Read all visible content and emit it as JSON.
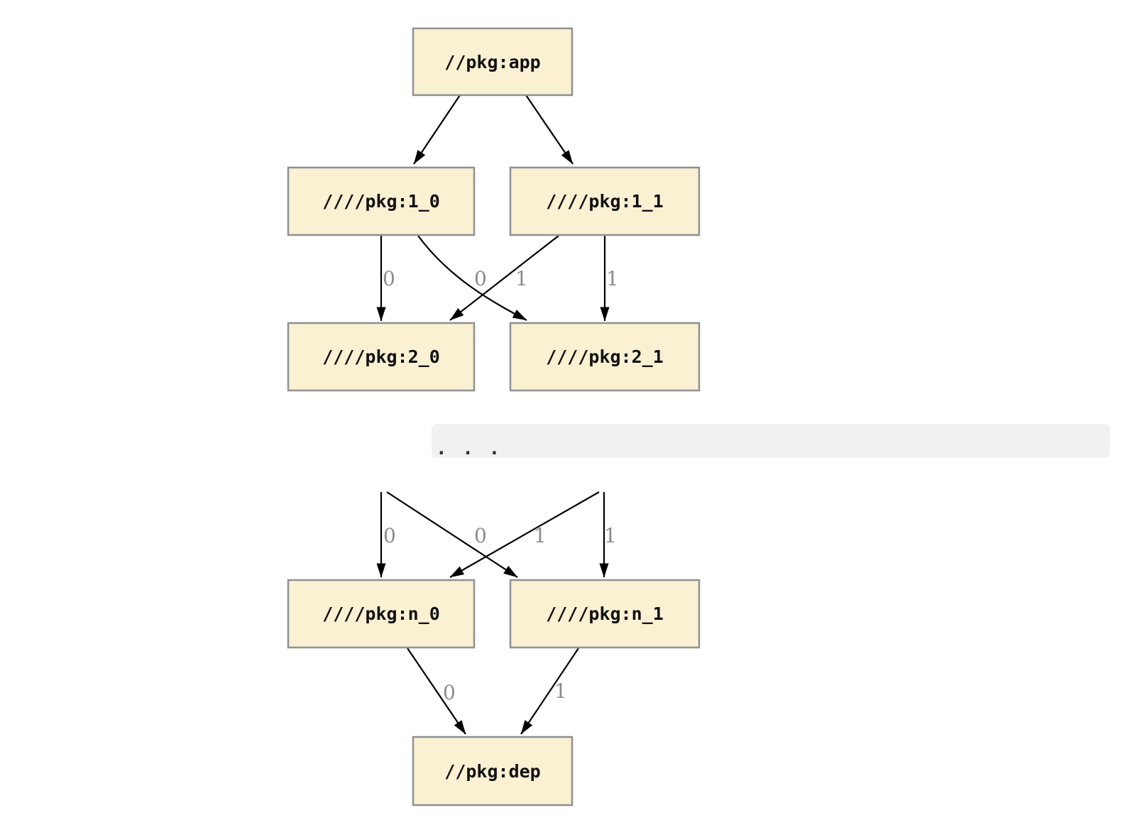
{
  "diagram": {
    "kind": "dependency-graph",
    "colors": {
      "background": "#ffffff",
      "node_fill": "#faf0d2",
      "node_border": "#8d9192",
      "node_text": "#111111",
      "edge": "#000000",
      "edge_label": "#8b8b8b",
      "ellipsis_band": "#f1f1f1",
      "ellipsis_dots": "#333333"
    },
    "nodes": {
      "app": {
        "label": "//pkg:app"
      },
      "v1_0": {
        "label": "////pkg:1_0"
      },
      "v1_1": {
        "label": "////pkg:1_1"
      },
      "v2_0": {
        "label": "////pkg:2_0"
      },
      "v2_1": {
        "label": "////pkg:2_1"
      },
      "vn_0": {
        "label": "////pkg:n_0"
      },
      "vn_1": {
        "label": "////pkg:n_1"
      },
      "dep": {
        "label": "//pkg:dep"
      }
    },
    "ellipsis": {
      "text": ". . ."
    },
    "level2_labels": [
      "0",
      "0",
      "1",
      "1"
    ],
    "leveln_labels": [
      "0",
      "0",
      "1",
      "1"
    ],
    "dep_labels": [
      "0",
      "1"
    ],
    "edges": [
      {
        "from": "//pkg:app",
        "to": "////pkg:1_0",
        "label": ""
      },
      {
        "from": "//pkg:app",
        "to": "////pkg:1_1",
        "label": ""
      },
      {
        "from": "////pkg:1_0",
        "to": "////pkg:2_0",
        "label": "0"
      },
      {
        "from": "////pkg:1_1",
        "to": "////pkg:2_0",
        "label": "0"
      },
      {
        "from": "////pkg:1_0",
        "to": "////pkg:2_1",
        "label": "1"
      },
      {
        "from": "////pkg:1_1",
        "to": "////pkg:2_1",
        "label": "1"
      },
      {
        "from": ". . .",
        "to": "////pkg:n_0",
        "label": "0"
      },
      {
        "from": ". . .",
        "to": "////pkg:n_0",
        "label": "0"
      },
      {
        "from": ". . .",
        "to": "////pkg:n_1",
        "label": "1"
      },
      {
        "from": ". . .",
        "to": "////pkg:n_1",
        "label": "1"
      },
      {
        "from": "////pkg:n_0",
        "to": "//pkg:dep",
        "label": "0"
      },
      {
        "from": "////pkg:n_1",
        "to": "//pkg:dep",
        "label": "1"
      }
    ]
  }
}
